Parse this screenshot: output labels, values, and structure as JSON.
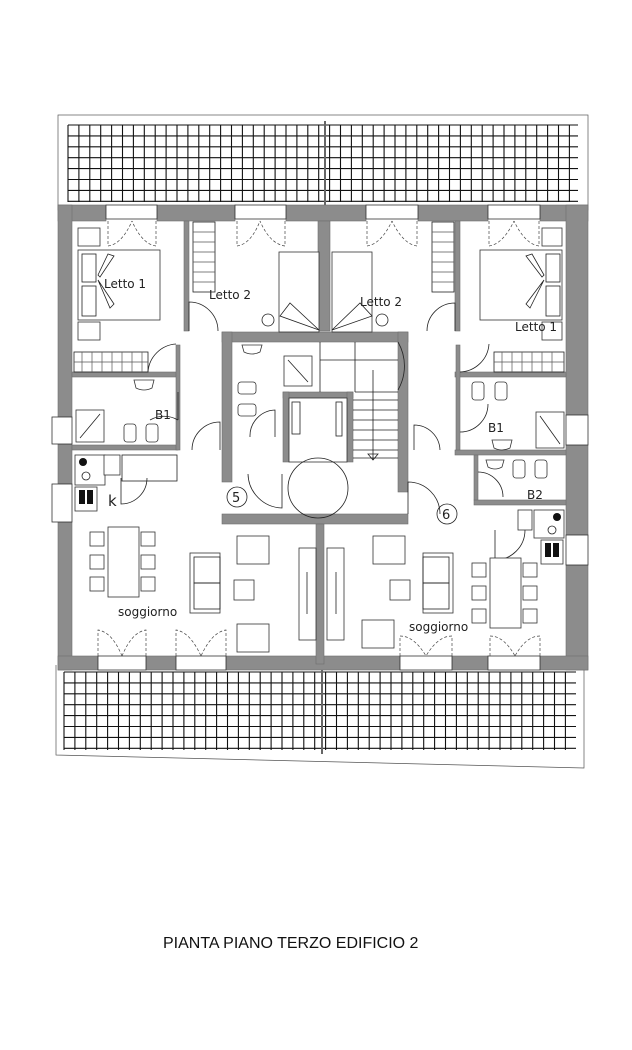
{
  "drawing": {
    "title": "PIANTA PIANO TERZO EDIFICIO 2",
    "colors": {
      "wall": "#8c8c8c",
      "line": "#222222",
      "background": "#ffffff"
    }
  },
  "apartments": [
    {
      "number": "5",
      "rooms": {
        "bedroom_1": "Letto 1",
        "bedroom_2": "Letto 2",
        "bathroom_1": "B1",
        "kitchen": "k",
        "living": "soggiorno"
      }
    },
    {
      "number": "6",
      "rooms": {
        "bedroom_1": "Letto 1",
        "bedroom_2": "Letto 2",
        "bathroom_1": "B1",
        "bathroom_2": "B2",
        "living": "soggiorno"
      }
    }
  ],
  "terraces": {
    "north": "terrace-grid-north",
    "south": "terrace-grid-south"
  },
  "icons": {
    "stair": "stair-icon",
    "elevator": "elevator-icon",
    "bed": "bed-icon",
    "sofa": "sofa-icon",
    "dining_table": "dining-table-icon",
    "door": "door-swing-icon"
  }
}
